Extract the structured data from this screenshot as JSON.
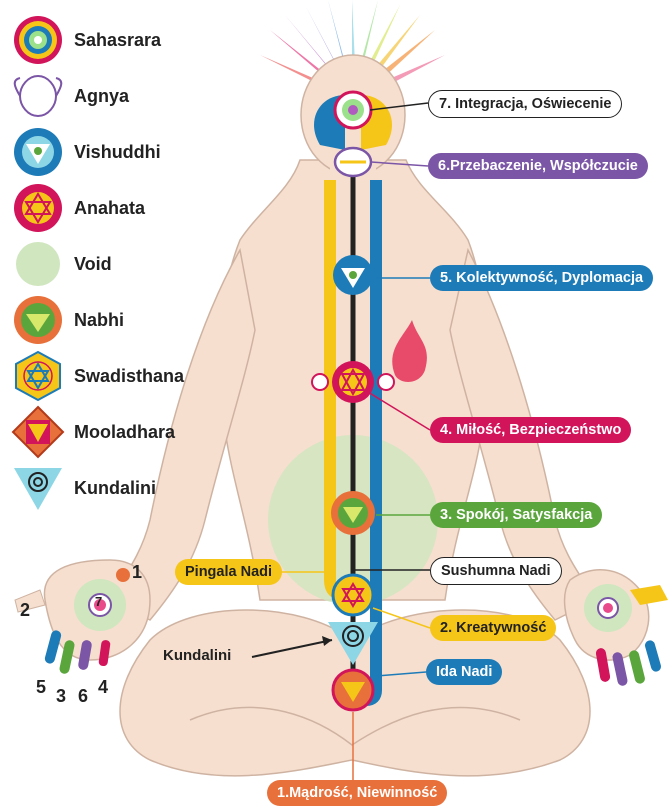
{
  "legend": [
    {
      "name": "sahasrara",
      "label": "Sahasrara"
    },
    {
      "name": "agnya",
      "label": "Agnya"
    },
    {
      "name": "vishuddhi",
      "label": "Vishuddhi"
    },
    {
      "name": "anahata",
      "label": "Anahata"
    },
    {
      "name": "void",
      "label": "Void"
    },
    {
      "name": "nabhi",
      "label": "Nabhi"
    },
    {
      "name": "swadisthana",
      "label": "Swadisthana"
    },
    {
      "name": "mooladhara",
      "label": "Mooladhara"
    },
    {
      "name": "kundalini",
      "label": "Kundalini"
    }
  ],
  "labels": {
    "chakra7": "7. Integracja, Oświecenie",
    "chakra6": "6.Przebaczenie, Współczucie",
    "chakra5": "5. Kolektywność, Dyplomacja",
    "chakra4": "4. Miłość, Bezpieczeństwo",
    "chakra3": "3. Spokój, Satysfakcja",
    "chakra2": "2. Kreatywność",
    "chakra1": "1.Mądrość, Niewinność",
    "pingala": "Pingala Nadi",
    "sushumna": "Sushumna Nadi",
    "ida": "Ida Nadi",
    "kundalini": "Kundalini"
  },
  "finger_numbers": {
    "n1": "1",
    "n2": "2",
    "n3": "3",
    "n4": "4",
    "n5": "5",
    "n6": "6",
    "n7": "7"
  },
  "colors": {
    "skin": "#f6dfcf",
    "skin_outline": "#cfb3a2",
    "pingala": "#f5c518",
    "ida": "#1d7bb8",
    "sushumna": "#222222",
    "void": "#cfe6bf",
    "c7": "#ffffff",
    "c6": "#7b55a6",
    "c5": "#1d7bb8",
    "c4": "#d2145a",
    "c3": "#5aa63c",
    "c2": "#f5c518",
    "c1": "#e8703a"
  }
}
